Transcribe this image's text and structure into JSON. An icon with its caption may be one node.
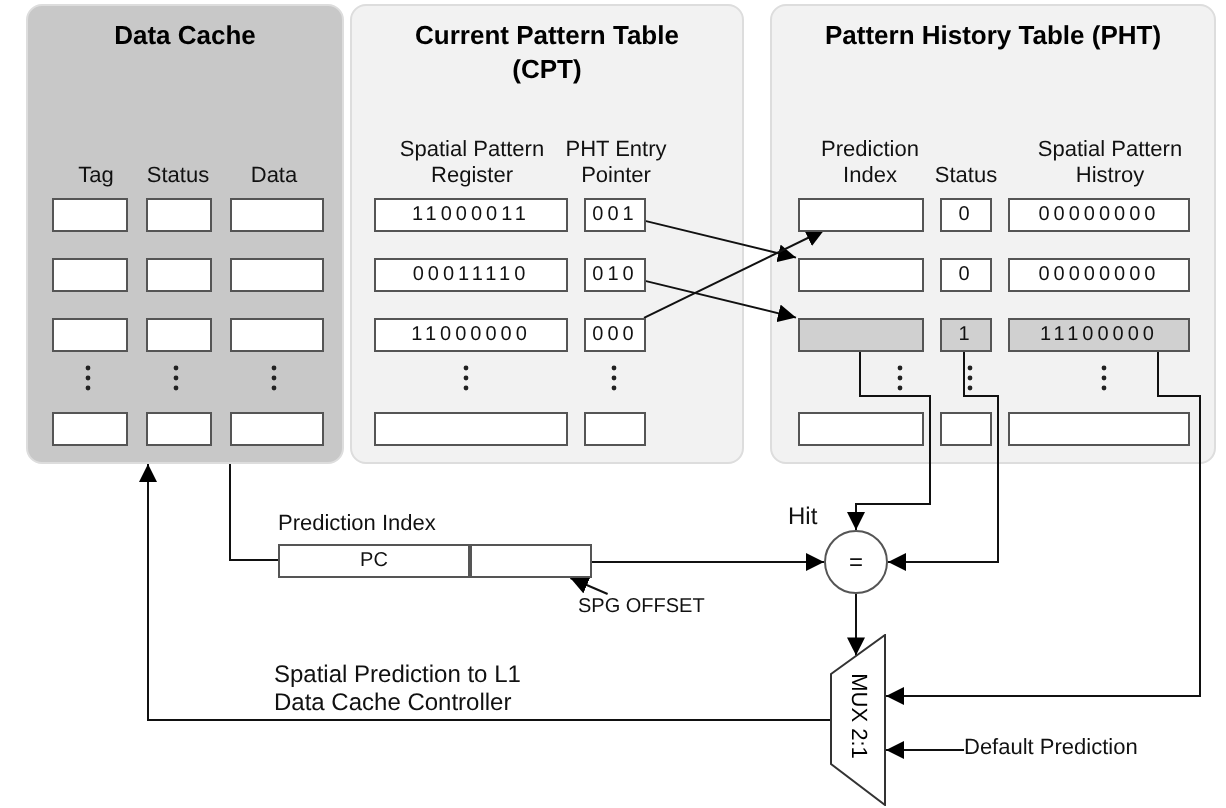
{
  "diagram": {
    "nodes": [
      {
        "text": [
          "Data Cache"
        ]
      },
      {
        "text": [],
        "shape": "box",
        "in": 0
      },
      {
        "text": [],
        "shape": "box",
        "in": 0
      },
      {
        "text": [],
        "shape": "box",
        "in": 0
      },
      {
        "text": [],
        "shape": "box",
        "in": 0
      },
      {
        "text": [],
        "shape": "box",
        "in": 0
      },
      {
        "text": [],
        "shape": "box",
        "in": 0
      },
      {
        "text": [],
        "shape": "box",
        "in": 0
      },
      {
        "text": [],
        "shape": "box",
        "in": 0
      },
      {
        "text": [],
        "shape": "box",
        "in": 0
      },
      {
        "text": [],
        "shape": "box",
        "in": 0
      },
      {
        "text": [],
        "shape": "box",
        "in": 0
      },
      {
        "text": [],
        "shape": "box",
        "in": 0
      },
      {
        "text": [
          "Current Pattern Table (CPT)"
        ]
      },
      {
        "text": [
          "11000011"
        ],
        "in": 13
      },
      {
        "text": [
          "001"
        ],
        "in": 13
      },
      {
        "text": [
          "00011110"
        ],
        "in": 13
      },
      {
        "text": [
          "010"
        ],
        "in": 13
      },
      {
        "text": [
          "11000000"
        ],
        "in": 13
      },
      {
        "text": [
          "000"
        ],
        "in": 13
      },
      {
        "text": [],
        "shape": "box",
        "in": 13
      },
      {
        "text": [],
        "shape": "box",
        "in": 13
      },
      {
        "text": [
          "Pattern History Table (PHT)"
        ]
      },
      {
        "text": [],
        "shape": "box",
        "in": 22
      },
      {
        "text": [
          "0"
        ],
        "in": 22
      },
      {
        "text": [
          "00000000"
        ],
        "in": 22
      },
      {
        "text": [],
        "shape": "box",
        "in": 22
      },
      {
        "text": [
          "0"
        ],
        "in": 22
      },
      {
        "text": [
          "00000000"
        ],
        "in": 22
      },
      {
        "text": [],
        "shape": "box",
        "in": 22
      },
      {
        "text": [
          "1"
        ],
        "in": 22
      },
      {
        "text": [
          "11100000"
        ],
        "in": 22
      },
      {
        "text": [],
        "shape": "box",
        "in": 22
      },
      {
        "text": [],
        "shape": "box",
        "in": 22
      },
      {
        "text": [],
        "shape": "box",
        "in": 22
      },
      {
        "text": [
          "PC"
        ]
      },
      {
        "text": [],
        "shape": "box"
      },
      {
        "text": [
          "SPG OFFSET"
        ]
      },
      {
        "text": [
          "="
        ]
      },
      {
        "text": [
          "MUX 2:1"
        ]
      },
      {
        "text": [
          "Default Prediction"
        ]
      }
    ],
    "edges": [
      {
        "from": 15,
        "to": 26,
        "arrow": "to"
      },
      {
        "from": 17,
        "to": 29,
        "arrow": "to"
      },
      {
        "from": 19,
        "to": 23,
        "arrow": "to"
      },
      {
        "from": 29,
        "to": 38,
        "arrow": "to",
        "label": "Hit"
      },
      {
        "from": 30,
        "to": 38,
        "arrow": "to"
      },
      {
        "from": 0,
        "to": 35,
        "arrow": "none"
      },
      {
        "from": 36,
        "to": 38,
        "arrow": "to"
      },
      {
        "from": 37,
        "to": 36,
        "arrow": "to"
      },
      {
        "from": 38,
        "to": 39,
        "arrow": "to"
      },
      {
        "from": 31,
        "to": 39,
        "arrow": "to"
      },
      {
        "from": 40,
        "to": 39,
        "arrow": "to"
      },
      {
        "from": 39,
        "to": 0,
        "arrow": "to",
        "label": "Spatial Prediction to L1 Data Cache Controller"
      }
    ],
    "labels": [
      "Tag",
      "Status",
      "Data",
      "Spatial Pattern Register",
      "PHT Entry Pointer",
      "Prediction Index",
      "Status",
      "Spatial Pattern Histroy",
      "Prediction Index"
    ]
  }
}
